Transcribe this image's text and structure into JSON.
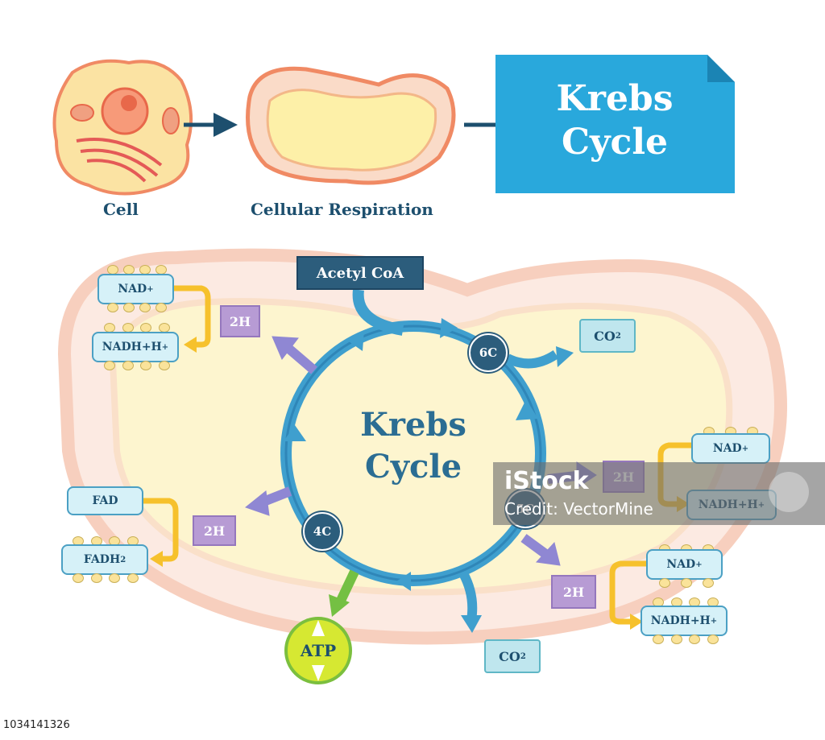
{
  "top": {
    "cell": "Cell",
    "respiration": "Cellular Respiration",
    "title_line1": "Krebs",
    "title_line2": "Cycle"
  },
  "cycle": {
    "title_line1": "Krebs",
    "title_line2": "Cycle",
    "acetyl": "Acetyl CoA",
    "node_6c": "6C",
    "node_4c": "4C",
    "node_5c": "5C",
    "two_h": "2H",
    "atp": "ATP"
  },
  "co2": {
    "text": "CO",
    "sub": "2"
  },
  "carriers": {
    "nad": "NAD",
    "nadh": "NADH+H",
    "plus": "+",
    "fad": "FAD",
    "fadh": "FADH",
    "two": "2"
  },
  "watermark": {
    "brand": "iStock",
    "credit": "Credit: VectorMine"
  },
  "footer": {
    "image_id": "1034141326"
  },
  "colors": {
    "accent": "#29a8dc",
    "ring": "#3f9fce",
    "node": "#2c5d7c",
    "hydrogen": "#8f87d3",
    "atp": "#d6e832",
    "connector": "#f6c12c"
  }
}
